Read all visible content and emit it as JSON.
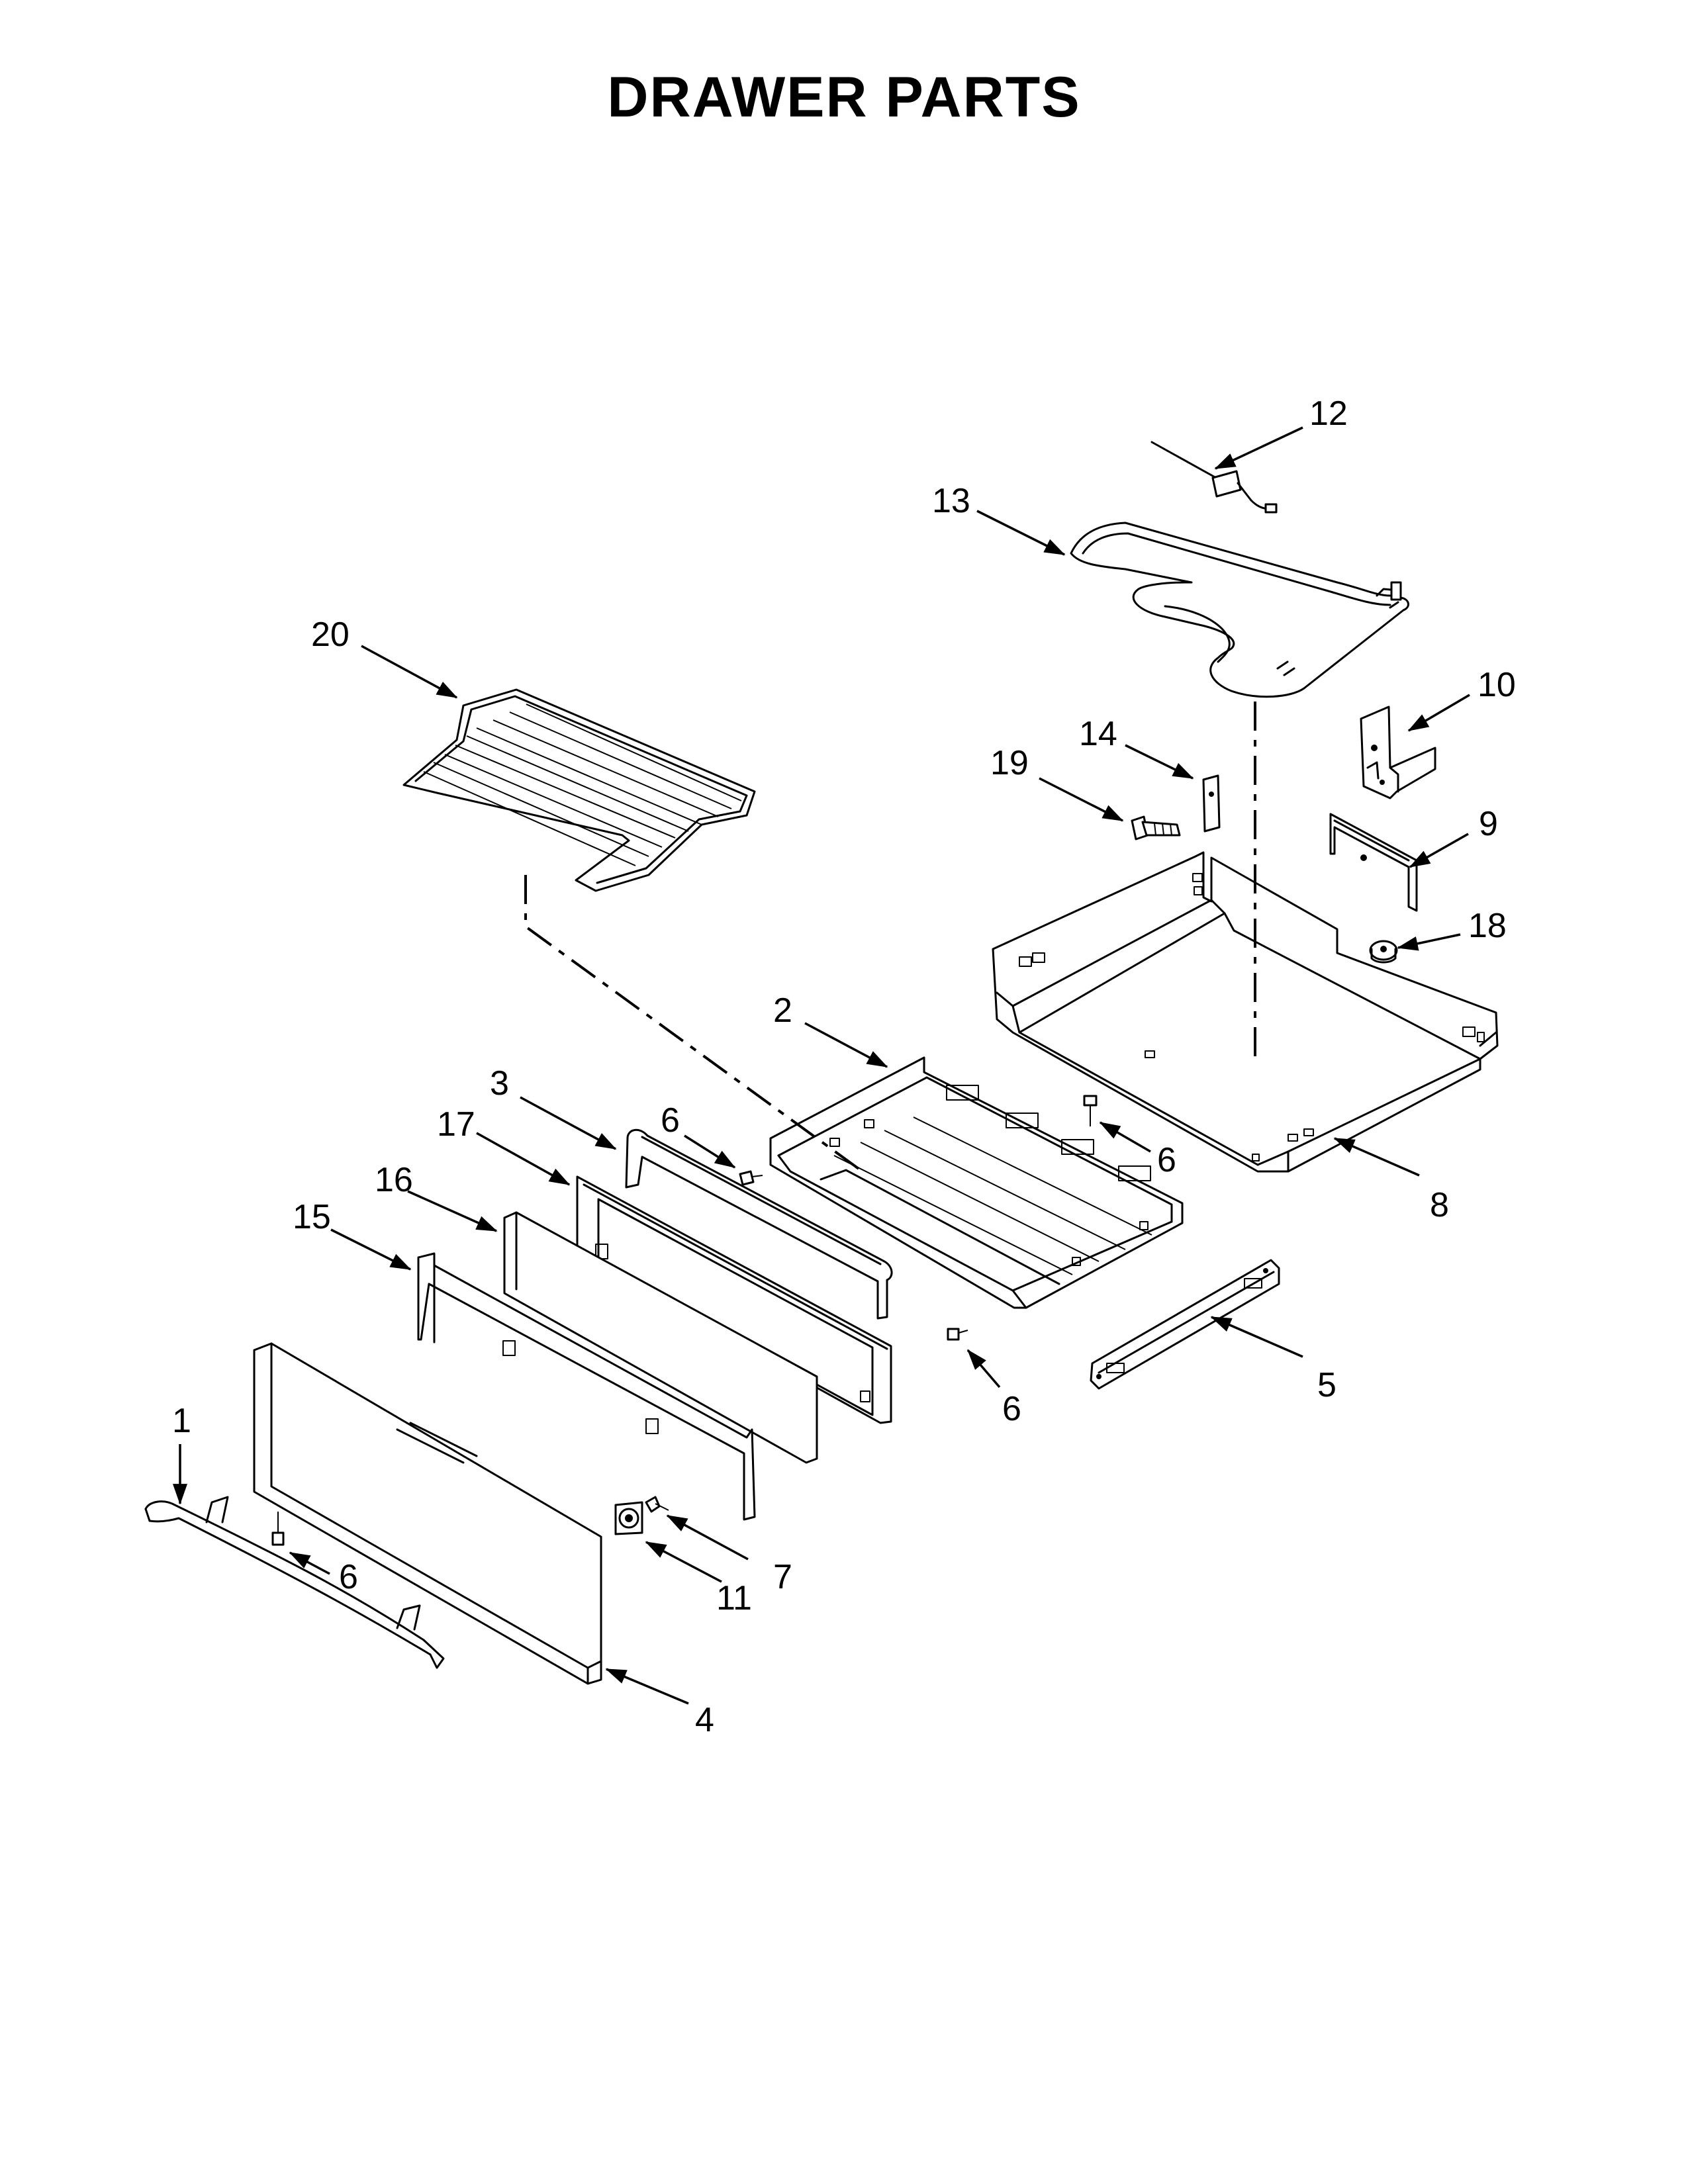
{
  "title": "DRAWER PARTS",
  "callouts": [
    {
      "id": "c1",
      "label": "1"
    },
    {
      "id": "c2",
      "label": "2"
    },
    {
      "id": "c3",
      "label": "3"
    },
    {
      "id": "c4",
      "label": "4"
    },
    {
      "id": "c5",
      "label": "5"
    },
    {
      "id": "c6a",
      "label": "6"
    },
    {
      "id": "c6b",
      "label": "6"
    },
    {
      "id": "c6c",
      "label": "6"
    },
    {
      "id": "c6d",
      "label": "6"
    },
    {
      "id": "c7",
      "label": "7"
    },
    {
      "id": "c8",
      "label": "8"
    },
    {
      "id": "c9",
      "label": "9"
    },
    {
      "id": "c10",
      "label": "10"
    },
    {
      "id": "c11",
      "label": "11"
    },
    {
      "id": "c12",
      "label": "12"
    },
    {
      "id": "c13",
      "label": "13"
    },
    {
      "id": "c14",
      "label": "14"
    },
    {
      "id": "c15",
      "label": "15"
    },
    {
      "id": "c16",
      "label": "16"
    },
    {
      "id": "c17",
      "label": "17"
    },
    {
      "id": "c18",
      "label": "18"
    },
    {
      "id": "c19",
      "label": "19"
    },
    {
      "id": "c20",
      "label": "20"
    }
  ]
}
